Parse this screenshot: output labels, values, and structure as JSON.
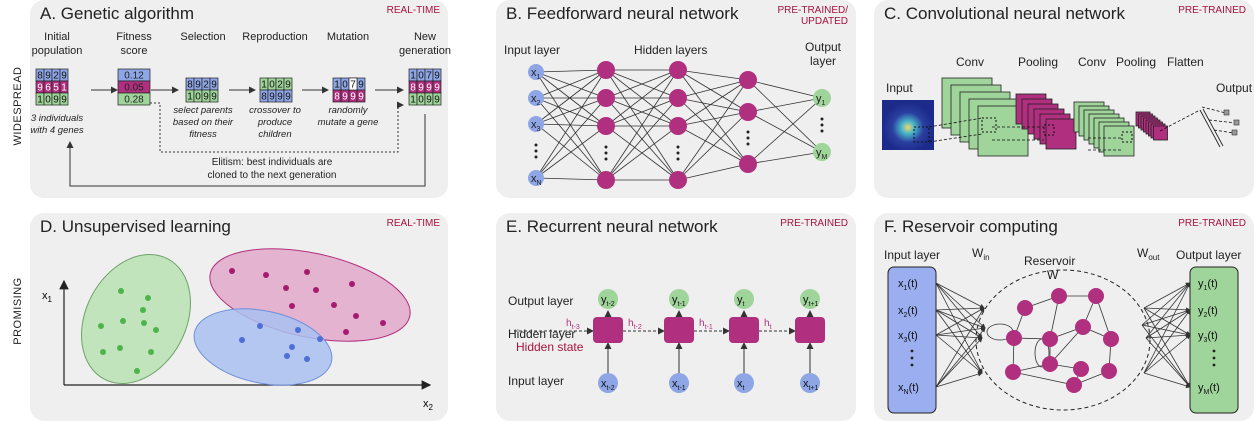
{
  "row_labels": {
    "top": "WIDESPREAD",
    "bottom": "PROMISING"
  },
  "colors": {
    "purple": "#b0307f",
    "blue": "#8fa6e6",
    "green": "#9fd49a",
    "badge": "#a6133f",
    "panel": "#efefef"
  },
  "panels": {
    "A": {
      "title": "A. Genetic algorithm",
      "badge": "REAL-TIME",
      "headers": [
        "Initial",
        "population",
        "Fitness",
        "score",
        "Selection",
        "Reproduction",
        "Mutation",
        "New",
        "generation"
      ],
      "pop_rows": [
        [
          "8",
          "9",
          "2",
          "9"
        ],
        [
          "9",
          "6",
          "5",
          "1"
        ],
        [
          "1",
          "0",
          "9",
          "9"
        ]
      ],
      "scores": [
        "0.12",
        "0.05",
        "0.28"
      ],
      "selected": [
        [
          "8",
          "9",
          "2",
          "9"
        ],
        [
          "1",
          "0",
          "9",
          "9"
        ]
      ],
      "reproduced": [
        [
          "1",
          "0",
          "2",
          "9"
        ],
        [
          "8",
          "9",
          "9",
          "9"
        ]
      ],
      "mutated": [
        [
          "1",
          "0",
          "7",
          "9"
        ],
        [
          "8",
          "9",
          "9",
          "9"
        ]
      ],
      "new_gen": [
        [
          "1",
          "0",
          "7",
          "9"
        ],
        [
          "8",
          "9",
          "9",
          "9"
        ],
        [
          "1",
          "0",
          "9",
          "9"
        ]
      ],
      "captions": {
        "pop": [
          "3 individuals",
          "with 4 genes"
        ],
        "select": [
          "select parents",
          "based on their",
          "fitness"
        ],
        "repro": [
          "crossover to",
          "produce",
          "children"
        ],
        "mutate": [
          "randomly",
          "mutate a gene"
        ],
        "elitism": [
          "Elitism: best individuals are",
          "cloned to the next generation"
        ]
      }
    },
    "B": {
      "title": "B. Feedforward neural network",
      "badge": [
        "PRE-TRAINED/",
        "UPDATED"
      ],
      "labels": {
        "input": "Input layer",
        "hidden": "Hidden layers",
        "output": [
          "Output",
          "layer"
        ]
      },
      "inputs": [
        "x",
        "1",
        "x",
        "2",
        "x",
        "3",
        "x",
        "N"
      ],
      "outputs": [
        "y",
        "1",
        "y",
        "M"
      ]
    },
    "C": {
      "title": "C. Convolutional neural network",
      "badge": "PRE-TRAINED",
      "labels": [
        "Input",
        "Conv",
        "Pooling",
        "Conv",
        "Pooling",
        "Flatten",
        "Output"
      ]
    },
    "D": {
      "title": "D. Unsupervised learning",
      "badge": "REAL-TIME",
      "axes": {
        "y": "x",
        "y_sub": "1",
        "x": "x",
        "x_sub": "2"
      }
    },
    "E": {
      "title": "E. Recurrent neural network",
      "badge": "PRE-TRAINED",
      "labels": {
        "output": "Output layer",
        "hidden": "Hidden layer",
        "state": "Hidden state",
        "input": "Input layer"
      },
      "outputs": [
        [
          "y",
          "t-2"
        ],
        [
          "y",
          "t-1"
        ],
        [
          "y",
          "t"
        ],
        [
          "y",
          "t+1"
        ]
      ],
      "inputs": [
        [
          "x",
          "t-2"
        ],
        [
          "x",
          "t-1"
        ],
        [
          "x",
          "t"
        ],
        [
          "x",
          "t+1"
        ]
      ],
      "hidden": [
        [
          "h",
          "t-3"
        ],
        [
          "h",
          "t-2"
        ],
        [
          "h",
          "t-1"
        ],
        [
          "h",
          "t"
        ]
      ]
    },
    "F": {
      "title": "F. Reservoir computing",
      "badge": "PRE-TRAINED",
      "labels": {
        "input": "Input layer",
        "reservoir": "Reservoir",
        "W": "W",
        "win": "W",
        "win_sub": "in",
        "wout": "W",
        "wout_sub": "out",
        "output": "Output layer"
      },
      "inputs": [
        [
          "x",
          "1",
          "(t)"
        ],
        [
          "x",
          "2",
          "(t)"
        ],
        [
          "x",
          "3",
          "(t)"
        ],
        [
          "x",
          "N",
          "(t)"
        ]
      ],
      "outputs": [
        [
          "y",
          "1",
          "(t)"
        ],
        [
          "y",
          "2",
          "(t)"
        ],
        [
          "y",
          "3",
          "(t)"
        ],
        [
          "y",
          "M",
          "(t)"
        ]
      ]
    }
  }
}
